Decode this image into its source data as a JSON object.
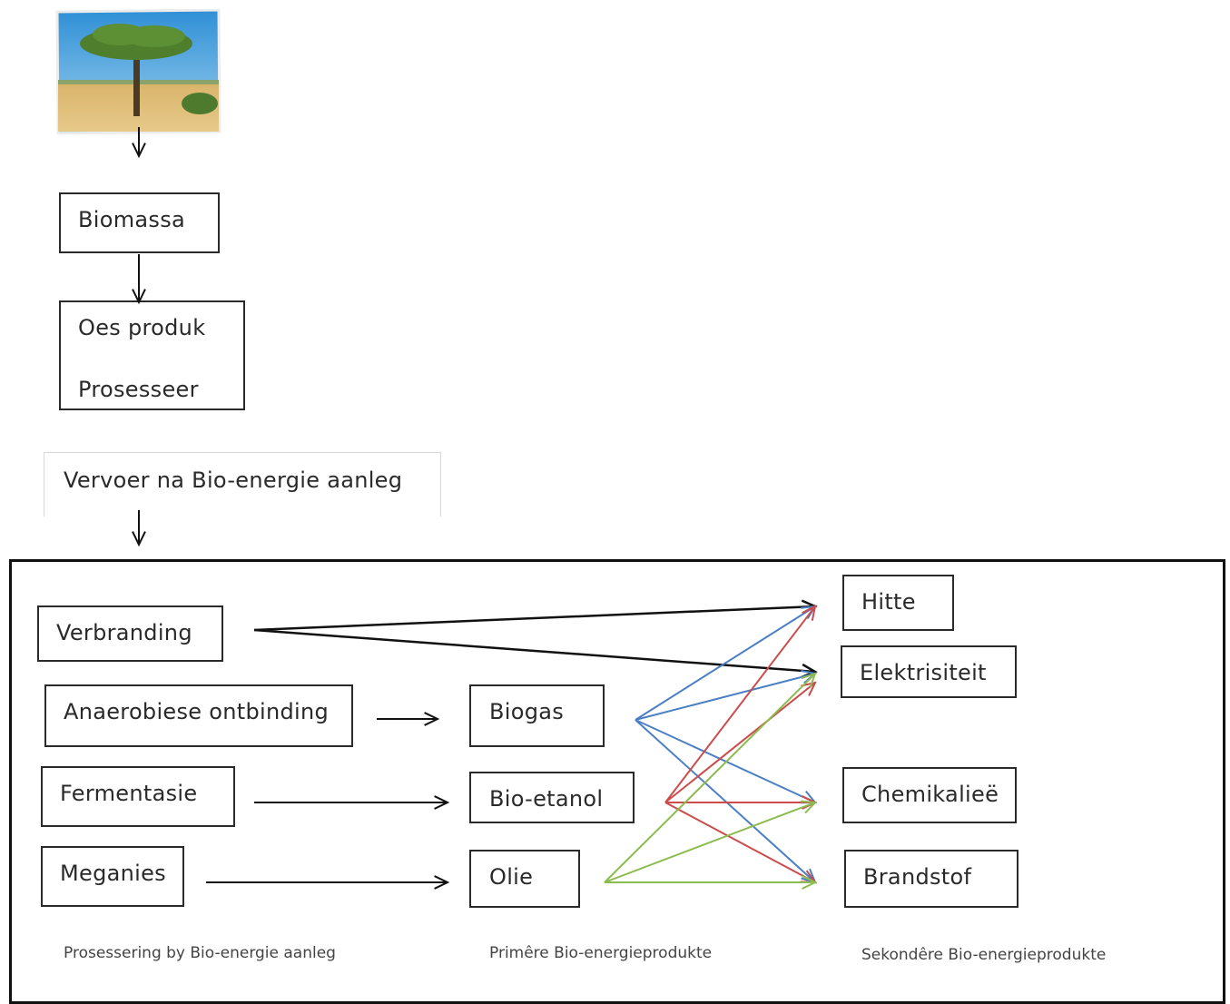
{
  "diagram": {
    "flow": {
      "biomass": "Biomassa",
      "harvest_line1": "Oes produk",
      "harvest_line2": "Prosesseer",
      "transport": "Vervoer na Bio-energie aanleg"
    },
    "processes": [
      "Verbranding",
      "Anaerobiese ontbinding",
      "Fermentasie",
      "Meganies"
    ],
    "primary_products": [
      "Biogas",
      "Bio-etanol",
      "Olie"
    ],
    "secondary_products": [
      "Hitte",
      "Elektrisiteit",
      "Chemikalieë",
      "Brandstof"
    ],
    "captions": {
      "processing": "Prosessering by Bio-energie  aanleg",
      "primary": "Primêre Bio-energieprodukte",
      "secondary": "Sekondêre Bio-energieprodukte"
    },
    "colors": {
      "biogas_arrows": "#4a7fc4",
      "bioethanol_arrows": "#cc4b4b",
      "oil_arrows": "#8cbc4f",
      "combustion_arrows": "#111111"
    }
  }
}
